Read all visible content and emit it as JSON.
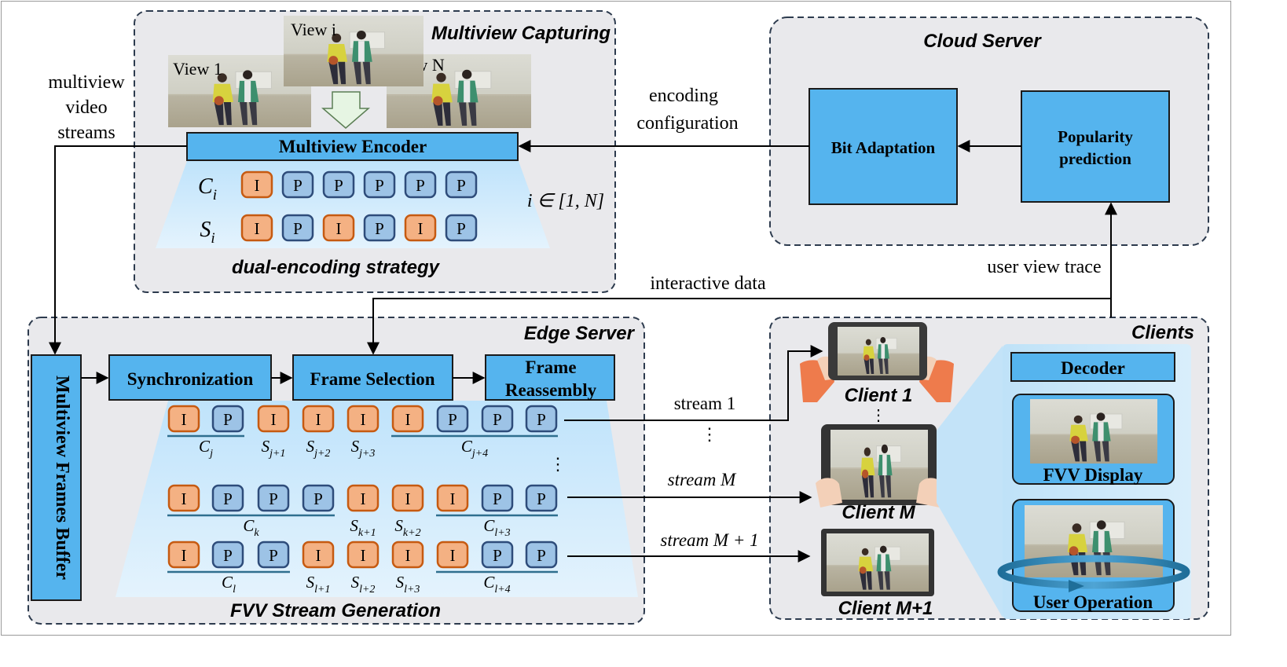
{
  "colors": {
    "panel_bg": "#e9e9ec",
    "panel_border": "#2d3b4e",
    "block_blue": "#55b4ee",
    "block_border": "#1a1a1a",
    "frame_I_fill": "#f4b183",
    "frame_I_stroke": "#c65a11",
    "frame_P_fill": "#9dc3e6",
    "frame_P_stroke": "#2e4c7a",
    "gradient_light": "#dff0fc",
    "gradient_dark": "#a9d6f6",
    "underline": "#2f6f8f",
    "down_arrow_fill": "#e6f5e3",
    "down_arrow_stroke": "#5b7e54"
  },
  "capturing": {
    "title": "Multiview Capturing",
    "views": [
      "View 1",
      "View i",
      "View N"
    ],
    "encoder_label": "Multiview Encoder",
    "strategy_label": "dual-encoding strategy",
    "range_label": "i ∈ [1, N]",
    "rows": [
      {
        "label": "C",
        "sub": "i",
        "frames": [
          "I",
          "P",
          "P",
          "P",
          "P",
          "P"
        ]
      },
      {
        "label": "S",
        "sub": "i",
        "frames": [
          "I",
          "P",
          "I",
          "P",
          "I",
          "P"
        ]
      }
    ]
  },
  "cloud": {
    "title": "Cloud Server",
    "bit_adaptation": "Bit Adaptation",
    "popularity_line1": "Popularity",
    "popularity_line2": "prediction"
  },
  "labels": {
    "multiview_line1": "multiview",
    "multiview_line2": "video",
    "multiview_line3": "streams",
    "encoding_line1": "encoding",
    "encoding_line2": "configuration",
    "interactive_data": "interactive data",
    "user_view_trace": "user view trace"
  },
  "edge": {
    "title": "Edge Server",
    "buffer_label": "Multiview Frames Buffer",
    "sync_label": "Synchronization",
    "selection_label": "Frame Selection",
    "reassembly_line1": "Frame",
    "reassembly_line2": "Reassembly",
    "generation_label": "FVV Stream Generation",
    "rows": [
      {
        "frames": [
          "I",
          "P",
          "I",
          "I",
          "I",
          "I",
          "P",
          "P",
          "P"
        ],
        "groups": [
          {
            "label": "C",
            "sub": "j",
            "from": 0,
            "to": 1,
            "underline": true
          },
          {
            "label": "S",
            "sub": "j+1",
            "from": 2,
            "to": 2,
            "underline": false
          },
          {
            "label": "S",
            "sub": "j+2",
            "from": 3,
            "to": 3,
            "underline": false
          },
          {
            "label": "S",
            "sub": "j+3",
            "from": 4,
            "to": 4,
            "underline": false
          },
          {
            "label": "C",
            "sub": "j+4",
            "from": 5,
            "to": 8,
            "underline": true
          }
        ]
      },
      {
        "frames": [
          "I",
          "P",
          "P",
          "P",
          "I",
          "I",
          "I",
          "P",
          "P"
        ],
        "groups": [
          {
            "label": "C",
            "sub": "k",
            "from": 0,
            "to": 3,
            "underline": true
          },
          {
            "label": "S",
            "sub": "k+1",
            "from": 4,
            "to": 4,
            "underline": false
          },
          {
            "label": "S",
            "sub": "k+2",
            "from": 5,
            "to": 5,
            "underline": false
          },
          {
            "label": "C",
            "sub": "l+3",
            "from": 6,
            "to": 8,
            "underline": true
          }
        ]
      },
      {
        "frames": [
          "I",
          "P",
          "P",
          "I",
          "I",
          "I",
          "I",
          "P",
          "P"
        ],
        "groups": [
          {
            "label": "C",
            "sub": "l",
            "from": 0,
            "to": 2,
            "underline": true
          },
          {
            "label": "S",
            "sub": "l+1",
            "from": 3,
            "to": 3,
            "underline": false
          },
          {
            "label": "S",
            "sub": "l+2",
            "from": 4,
            "to": 4,
            "underline": false
          },
          {
            "label": "S",
            "sub": "l+3",
            "from": 5,
            "to": 5,
            "underline": false
          },
          {
            "label": "C",
            "sub": "l+4",
            "from": 6,
            "to": 8,
            "underline": true
          }
        ]
      }
    ],
    "vdots": "⋮"
  },
  "streams": {
    "s1": "stream 1",
    "sM": "stream M",
    "sM1": "stream M + 1"
  },
  "clients": {
    "title": "Clients",
    "client1": "Client 1",
    "clientM": "Client M",
    "clientM1": "Client M+1",
    "decoder": "Decoder",
    "fvv_display": "FVV Display",
    "user_operation": "User Operation"
  }
}
